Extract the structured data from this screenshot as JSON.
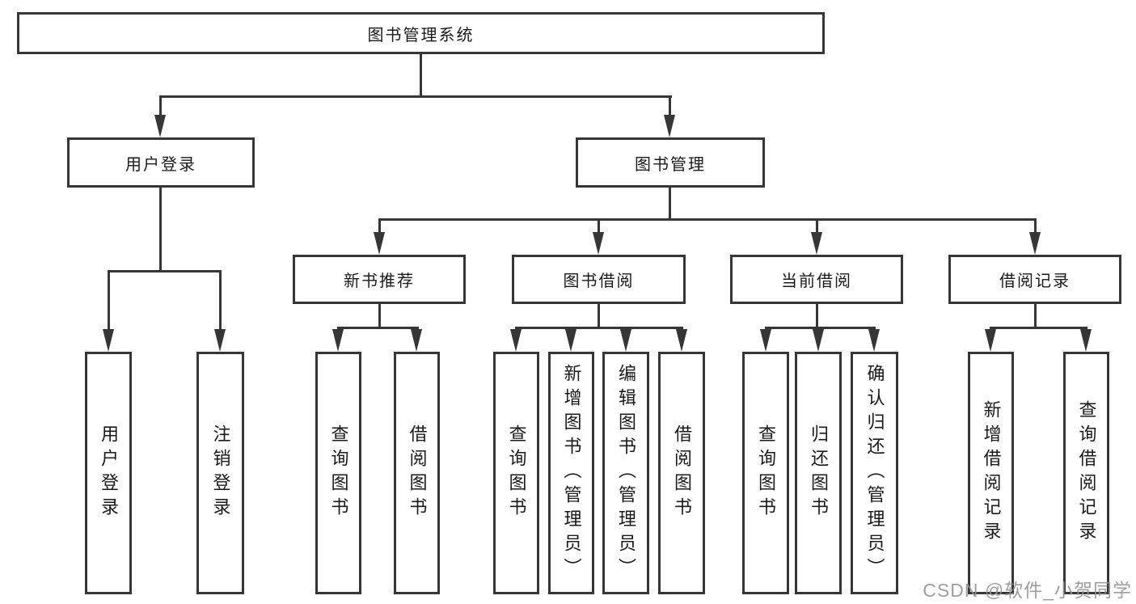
{
  "title": "图书管理系统",
  "level2": {
    "user_login": "用户登录",
    "book_mgmt": "图书管理"
  },
  "level3": {
    "new_book_rec": "新书推荐",
    "book_borrow": "图书借阅",
    "current_borrow": "当前借阅",
    "borrow_record": "借阅记录"
  },
  "leaves": {
    "user_login": [
      "用户登录",
      "注销登录"
    ],
    "new_book_rec": [
      "查询图书",
      "借阅图书"
    ],
    "book_borrow": [
      "查询图书",
      "新增图书（管理员）",
      "编辑图书（管理员）",
      "借阅图书"
    ],
    "current_borrow": [
      "查询图书",
      "归还图书",
      "确认归还（管理员）"
    ],
    "borrow_record": [
      "新增借阅记录",
      "查询借阅记录"
    ]
  },
  "watermark": "CSDN @软件_小贺同学",
  "colors": {
    "line": "#363636",
    "text": "#1a1a1a",
    "watermark": "#949494",
    "background": "#ffffff"
  }
}
